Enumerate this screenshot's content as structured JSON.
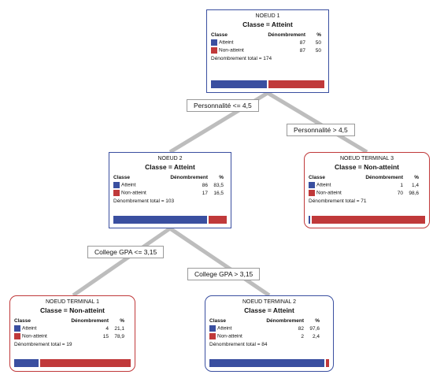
{
  "colors": {
    "atteint": "#3a4fa0",
    "non_atteint": "#c0393a",
    "edge": "#bdbdbd"
  },
  "headers": {
    "classe": "Classe",
    "denombrement": "Dénombrement",
    "pct": "%"
  },
  "class_labels": {
    "atteint": "Atteint",
    "non_atteint": "Non-atteint"
  },
  "rules": {
    "root_left": "Personnalité <= 4,5",
    "root_right": "Personnalité > 4,5",
    "node2_left": "College GPA <= 3,15",
    "node2_right": "College GPA > 3,15"
  },
  "nodes": {
    "n1": {
      "name": "NOEUD 1",
      "classe": "Classe = Atteint",
      "atteint_count": "87",
      "atteint_pct": "50",
      "non_count": "87",
      "non_pct": "50",
      "total": "Dénombrement total = 174",
      "share_atteint": 0.5
    },
    "n2": {
      "name": "NOEUD 2",
      "classe": "Classe = Atteint",
      "atteint_count": "86",
      "atteint_pct": "83,5",
      "non_count": "17",
      "non_pct": "16,5",
      "total": "Dénombrement total = 103",
      "share_atteint": 0.835
    },
    "t3": {
      "name": "NOEUD TERMINAL 3",
      "classe": "Classe = Non-atteint",
      "atteint_count": "1",
      "atteint_pct": "1,4",
      "non_count": "70",
      "non_pct": "98,6",
      "total": "Dénombrement total = 71",
      "share_atteint": 0.014
    },
    "t1": {
      "name": "NOEUD TERMINAL 1",
      "classe": "Classe = Non-atteint",
      "atteint_count": "4",
      "atteint_pct": "21,1",
      "non_count": "15",
      "non_pct": "78,9",
      "total": "Dénombrement total = 19",
      "share_atteint": 0.211
    },
    "t2": {
      "name": "NOEUD TERMINAL 2",
      "classe": "Classe = Atteint",
      "atteint_count": "82",
      "atteint_pct": "97,6",
      "non_count": "2",
      "non_pct": "2,4",
      "total": "Dénombrement total = 84",
      "share_atteint": 0.976
    }
  }
}
